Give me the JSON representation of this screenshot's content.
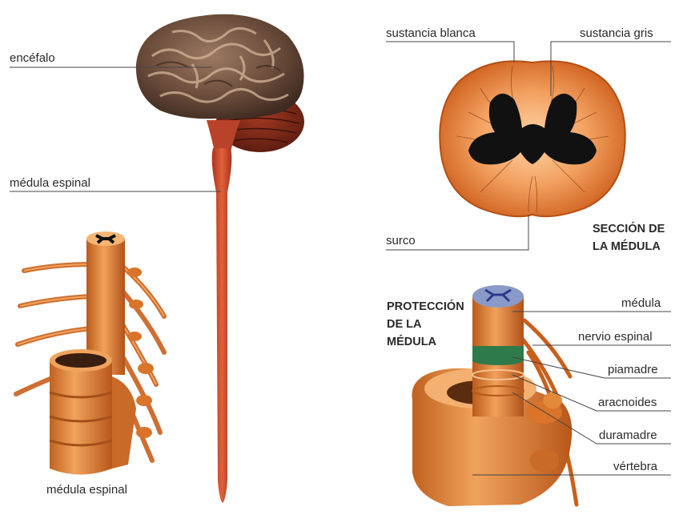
{
  "left": {
    "brain_label": "encéfalo",
    "cord_label": "médula espinal",
    "column_caption": "médula espinal"
  },
  "cross_section": {
    "white_matter_label": "sustancia blanca",
    "gray_matter_label": "sustancia gris",
    "groove_label": "surco",
    "heading_line1": "SECCIÓN DE",
    "heading_line2": "LA MÉDULA"
  },
  "protection": {
    "heading_line1": "PROTECCIÓN",
    "heading_line2": "DE LA",
    "heading_line3": "MÉDULA",
    "labels": {
      "cord": "médula",
      "spinal_nerve": "nervio espinal",
      "pia": "piamadre",
      "arachnoid": "aracnoides",
      "dura": "duramadre",
      "vertebra": "vértebra"
    }
  },
  "colors": {
    "orange_tissue": "#e8883a",
    "dark_orange": "#c8601c",
    "cord_red": "#d9502c",
    "brain_brown": "#6b4c3b",
    "gray_matter": "#111111",
    "pia_green": "#2f7a4a",
    "cord_top_blue": "#8a9ac8"
  }
}
